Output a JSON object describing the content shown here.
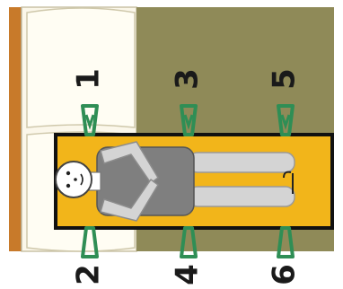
{
  "labels": {
    "top": [
      "1",
      "3",
      "5"
    ],
    "bottom": [
      "2",
      "4",
      "6"
    ]
  },
  "colors": {
    "wall": "#c87a2a",
    "bed_sheet": "#fbf7ea",
    "floor": "#8f8a58",
    "board": "#f2b51a",
    "board_outline": "#111111",
    "strap": "#2f8e55",
    "body_gray": "#7f7f7f",
    "limb_gray": "#d4d4d4",
    "skin": "#ffffff"
  },
  "icons": [
    "person-icon",
    "strap-icon"
  ]
}
